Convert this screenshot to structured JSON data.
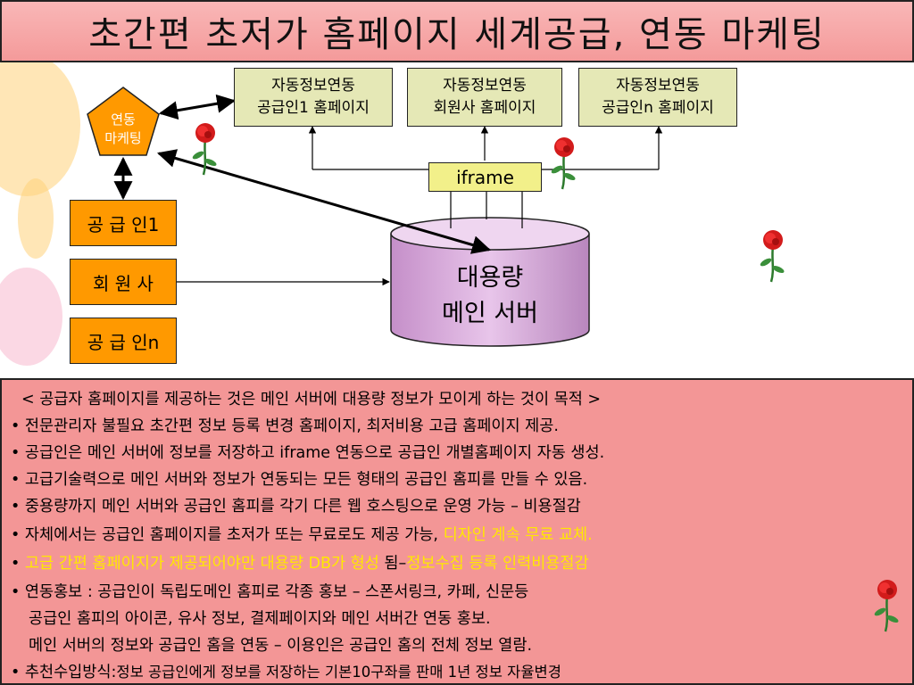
{
  "title": "초간편 초저가 홈페이지 세계공급,  연동 마케팅",
  "diagram": {
    "top_boxes": [
      {
        "line1": "자동정보연동",
        "line2": "공급인1 홈페이지"
      },
      {
        "line1": "자동정보연동",
        "line2": "회원사 홈페이지"
      },
      {
        "line1": "자동정보연동",
        "line2": "공급인n 홈페이지"
      }
    ],
    "pentagon": {
      "line1": "연동",
      "line2": "마케팅"
    },
    "iframe_label": "iframe",
    "left_boxes": [
      "공 급 인1",
      "회 원 사",
      "공 급 인n"
    ],
    "server": {
      "line1": "대용량",
      "line2": "메인 서버"
    }
  },
  "notes": {
    "heading": "< 공급자 홈페이지를 제공하는 것은 메인 서버에 대용량 정보가 모이게 하는 것이 목적 >",
    "b1": "• 전문관리자 불필요 초간편 정보 등록 변경 홈페이지, 최저비용 고급 홈페이지 제공.",
    "b2": "• 공급인은 메인 서버에 정보를 저장하고 iframe 연동으로 공급인 개별홈페이지 자동 생성.",
    "b3": "• 고급기술력으로 메인 서버와 정보가 연동되는 모든 형태의 공급인 홈피를 만들 수 있음.",
    "b4": "• 중용량까지 메인 서버와 공급인 홈피를 각기 다른 웹 호스팅으로  운영 가능 – 비용절감",
    "b5_a": "• 자체에서는 공급인 홈페이지를 초저가 또는 무료로도 제공 가능, ",
    "b5_b": "디자인 계속 무료 교체.",
    "b6_bullet": "• ",
    "b6_a": "고급 간편 홈페이지가 제공되어야만 대용량 DB가 형성",
    "b6_b": " 됨–",
    "b6_c": "정보수집 등록 인력비용절감",
    "b7": "• 연동홍보 : 공급인이 독립도메인 홈피로 각종 홍보 – 스폰서링크, 카페, 신문등",
    "b7_2": "공급인 홈피의 아이콘, 유사 정보, 결제페이지와 메인 서버간 연동 홍보.",
    "b7_3": "메인 서버의 정보와 공급인 홈을 연동 – 이용인은 공급인 홈의 전체 정보 열람.",
    "b8_a": "• 추천수입방식:",
    "b8_b": "정보 공급인에게 정보를 저장하는 기본10구좌를 판매 1년 정보 자율변경"
  },
  "colors": {
    "title_bg": "#f49a9a",
    "panel_bg": "#f39696",
    "orange": "#ff9900",
    "olive": "#e5e8b6",
    "iframe": "#f2f08a",
    "server": "#cc99cc",
    "highlight": "#ffe800"
  },
  "icons": [
    "rose-icon"
  ]
}
